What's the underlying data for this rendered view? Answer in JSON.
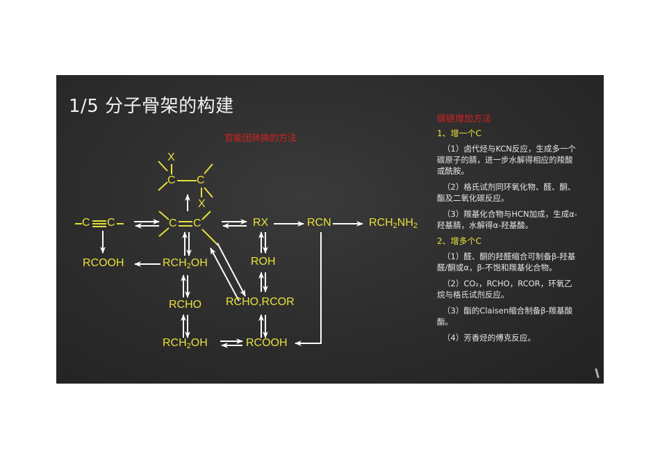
{
  "slide": {
    "title": "1/5 分子骨架的构建",
    "subtitle": "官能团转换的方法"
  },
  "diagram": {
    "nodes": {
      "alkyne": "−C≡C−",
      "alkene": "C=C",
      "dihalide_c1": "C",
      "dihalide_c2": "C",
      "dihalide_x1": "X",
      "dihalide_x2": "X",
      "rx": "RX",
      "rcn": "RCN",
      "amine_prefix": "RCH",
      "amine_sub1": "2",
      "amine_mid": "NH",
      "amine_sub2": "2",
      "rcooh_left": "RCOOH",
      "alcohol1_prefix": "RCH",
      "alcohol1_sub": "2",
      "alcohol1_suffix": "OH",
      "roh": "ROH",
      "rcho": "RCHO",
      "rcho_rcor": "RCHO,RCOR",
      "alcohol2_prefix": "RCH",
      "alcohol2_sub": "2",
      "alcohol2_suffix": "OH",
      "rcooh_bottom": "RCOOH"
    },
    "colors": {
      "chemical": "#e8e23a",
      "arrow": "#ffffff",
      "accent_red": "#d62020",
      "board": "#2c2c2c"
    }
  },
  "panel": {
    "heading": "碳链增加方法",
    "section1": "1、增一个C",
    "items1": [
      "（1）卤代烃与KCN反应，生成多一个碳原子的腈，进一步水解得相应的羧酸或酰胺。",
      "（2）格氏试剂同环氧化物、醛、酮、酯及二氧化碳反应。",
      "（3）羰基化合物与HCN加成，生成α-羟基腈，水解得α-羟基酸。"
    ],
    "section2": "2、增多个C",
    "items2": [
      "（1）醛、酮的羟醛缩合可制备β-羟基醛/酮或α，β-不饱和羰基化合物。",
      "（2）CO₂，RCHO，RCOR，环氧乙烷与格氏试剂反应。",
      "（3）酯的Claisen缩合制备β-羰基酸酯。",
      "（4）芳香烃的傅克反应。"
    ]
  }
}
